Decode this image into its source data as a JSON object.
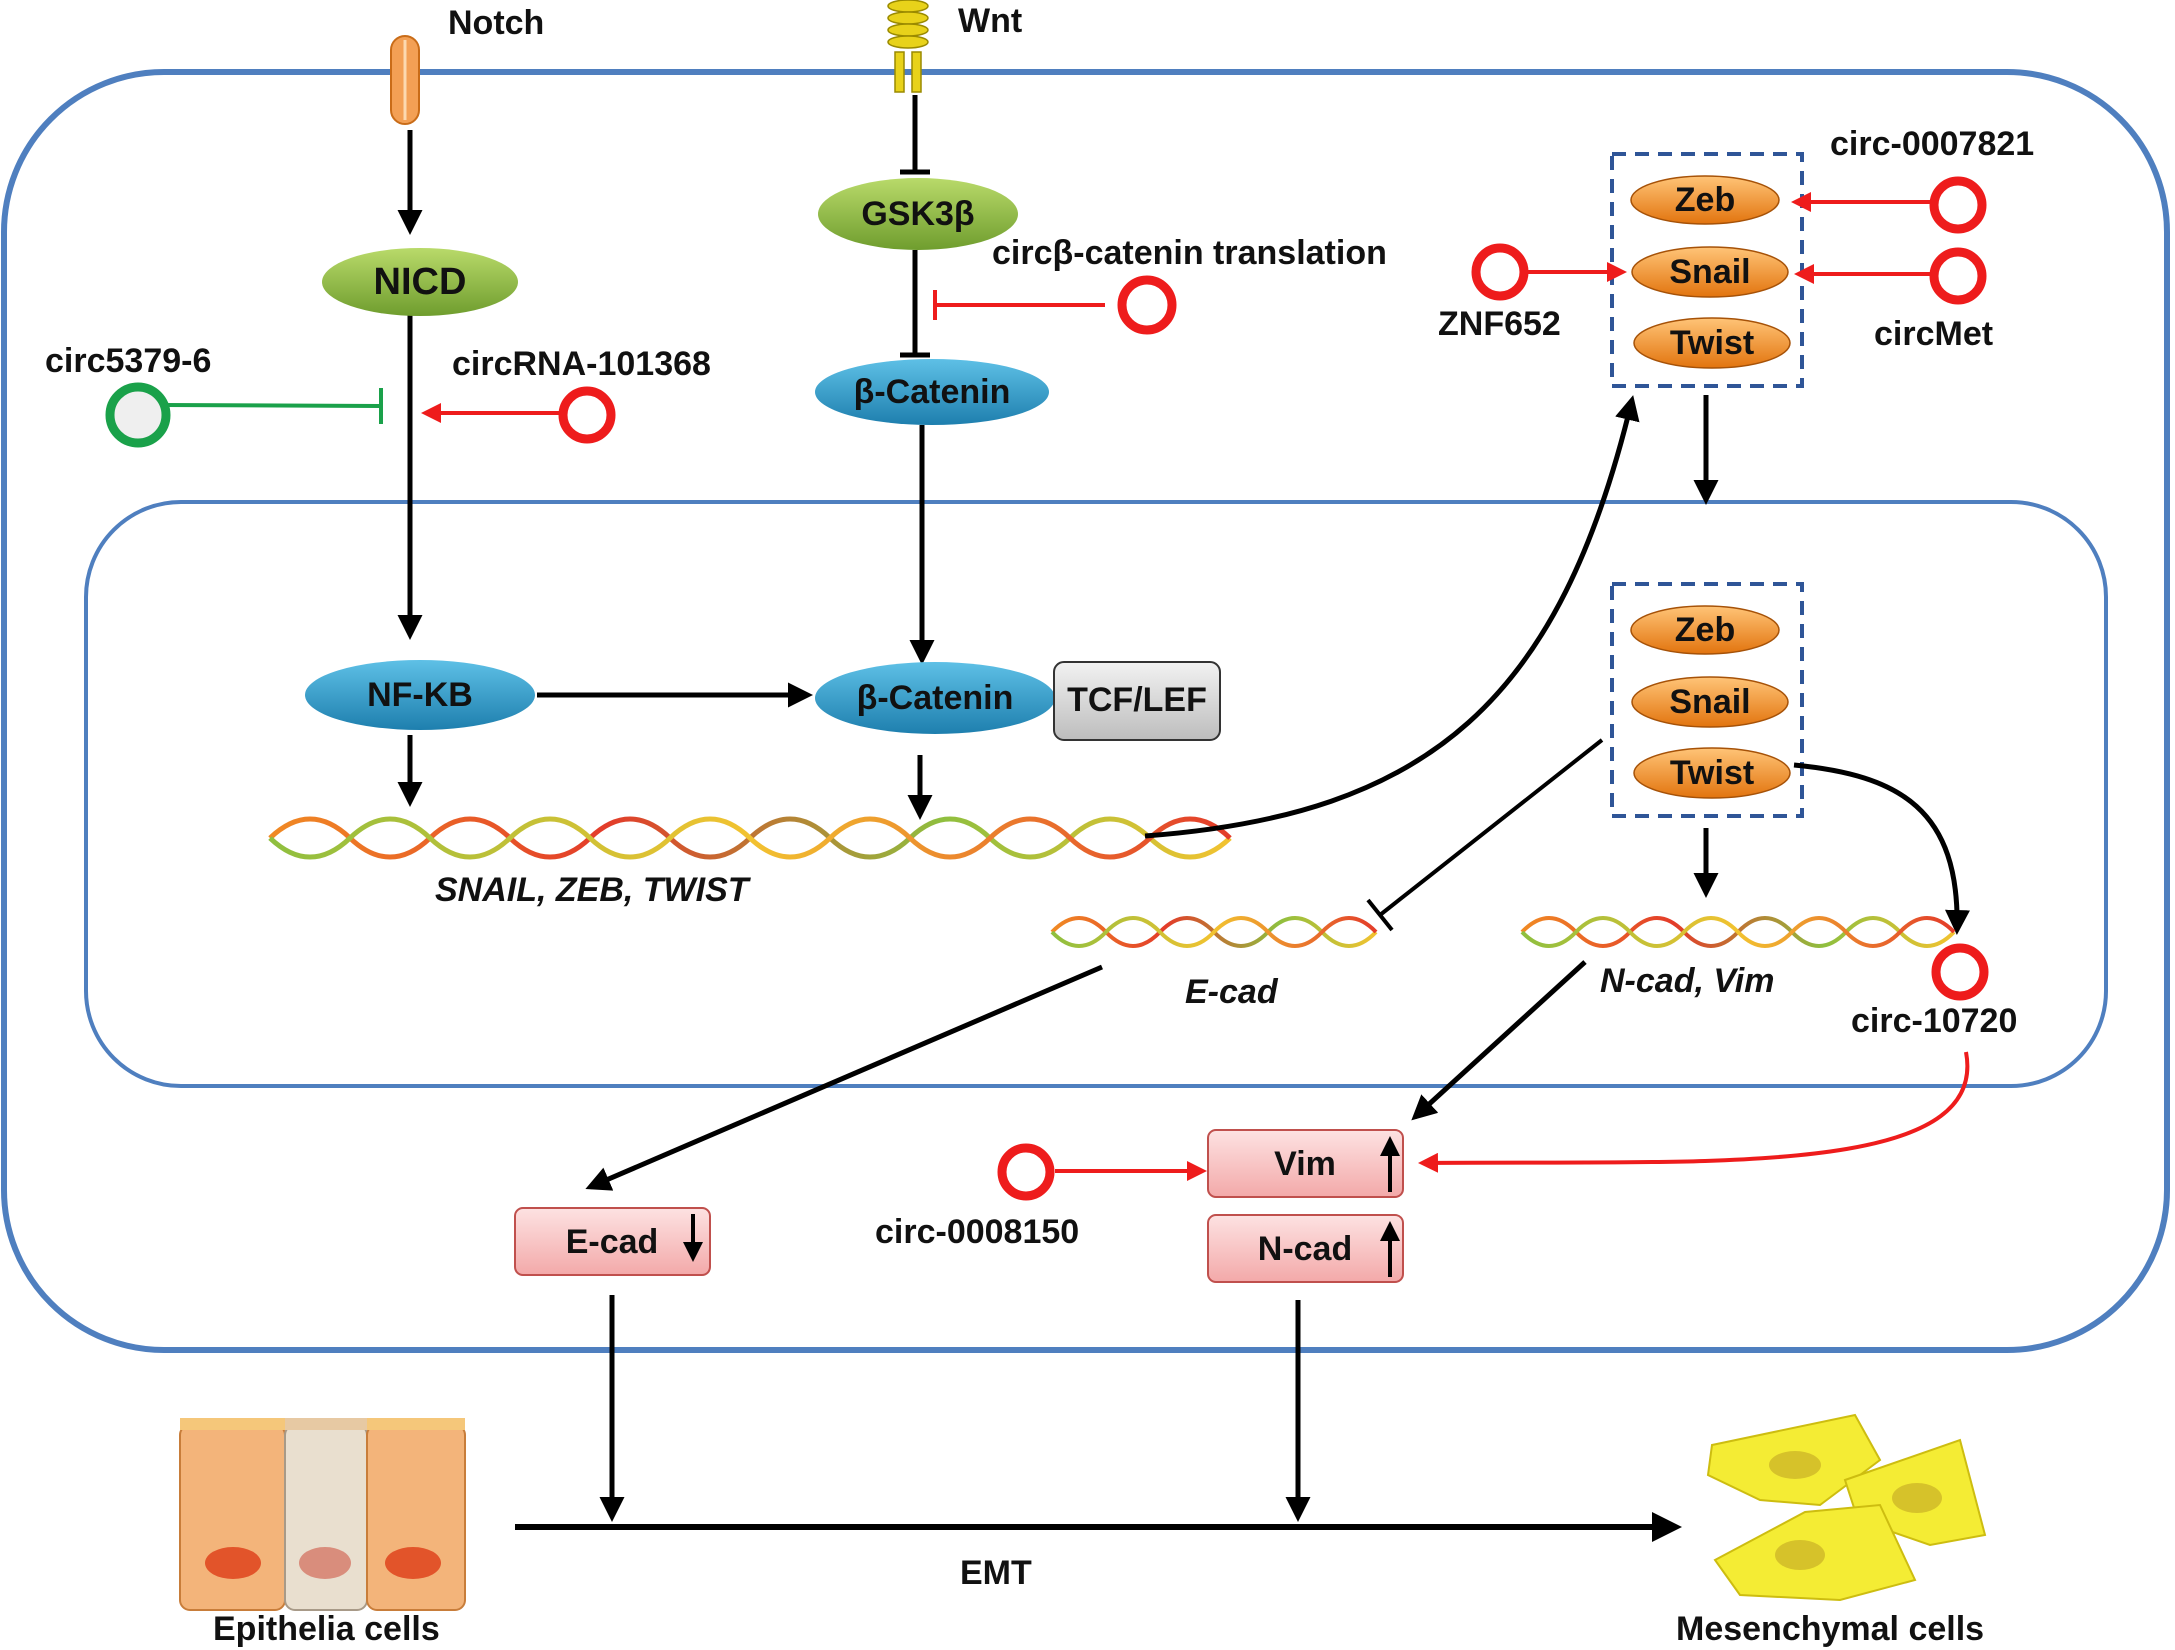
{
  "ligands": {
    "notch": "Notch",
    "wnt": "Wnt"
  },
  "nodes": {
    "nicd": "NICD",
    "gsk3b": "GSK3β",
    "bcatenin_cyto": "β-Catenin",
    "nfkb": "NF-KB",
    "bcatenin_nuc": "β-Catenin",
    "tcf_lef": "TCF/LEF"
  },
  "transcription_factors": {
    "cytoplasm": [
      "Zeb",
      "Snail",
      "Twist"
    ],
    "nucleus": [
      "Zeb",
      "Snail",
      "Twist"
    ]
  },
  "genes": {
    "snail_zeb_twist": "SNAIL, ZEB, TWIST",
    "ecad": "E-cad",
    "ncad_vim": "N-cad, Vim"
  },
  "proteins": {
    "ecad": "E-cad",
    "vim": "Vim",
    "ncad": "N-cad"
  },
  "circrnas": {
    "circ5379": "circ5379-6",
    "circ101368": "circRNA-101368",
    "circbcat": "circβ-catenin translation",
    "znf652": "ZNF652",
    "circ0007821": "circ-0007821",
    "circmet": "circMet",
    "circ10720": "circ-10720",
    "circ0008150": "circ-0008150"
  },
  "process": {
    "emt": "EMT",
    "epithelia": "Epithelia cells",
    "mesenchymal": "Mesenchymal cells"
  },
  "colors": {
    "membrane": "#4f7fbf",
    "arrow": "#000000",
    "promote": "#ee1c1c",
    "inhibit_green": "#1aa14a",
    "green_oval": "#8fbf3f",
    "blue_oval": "#2e9cc8",
    "orange_oval": "#f08a24",
    "pink_box": "#f7c6c6"
  }
}
